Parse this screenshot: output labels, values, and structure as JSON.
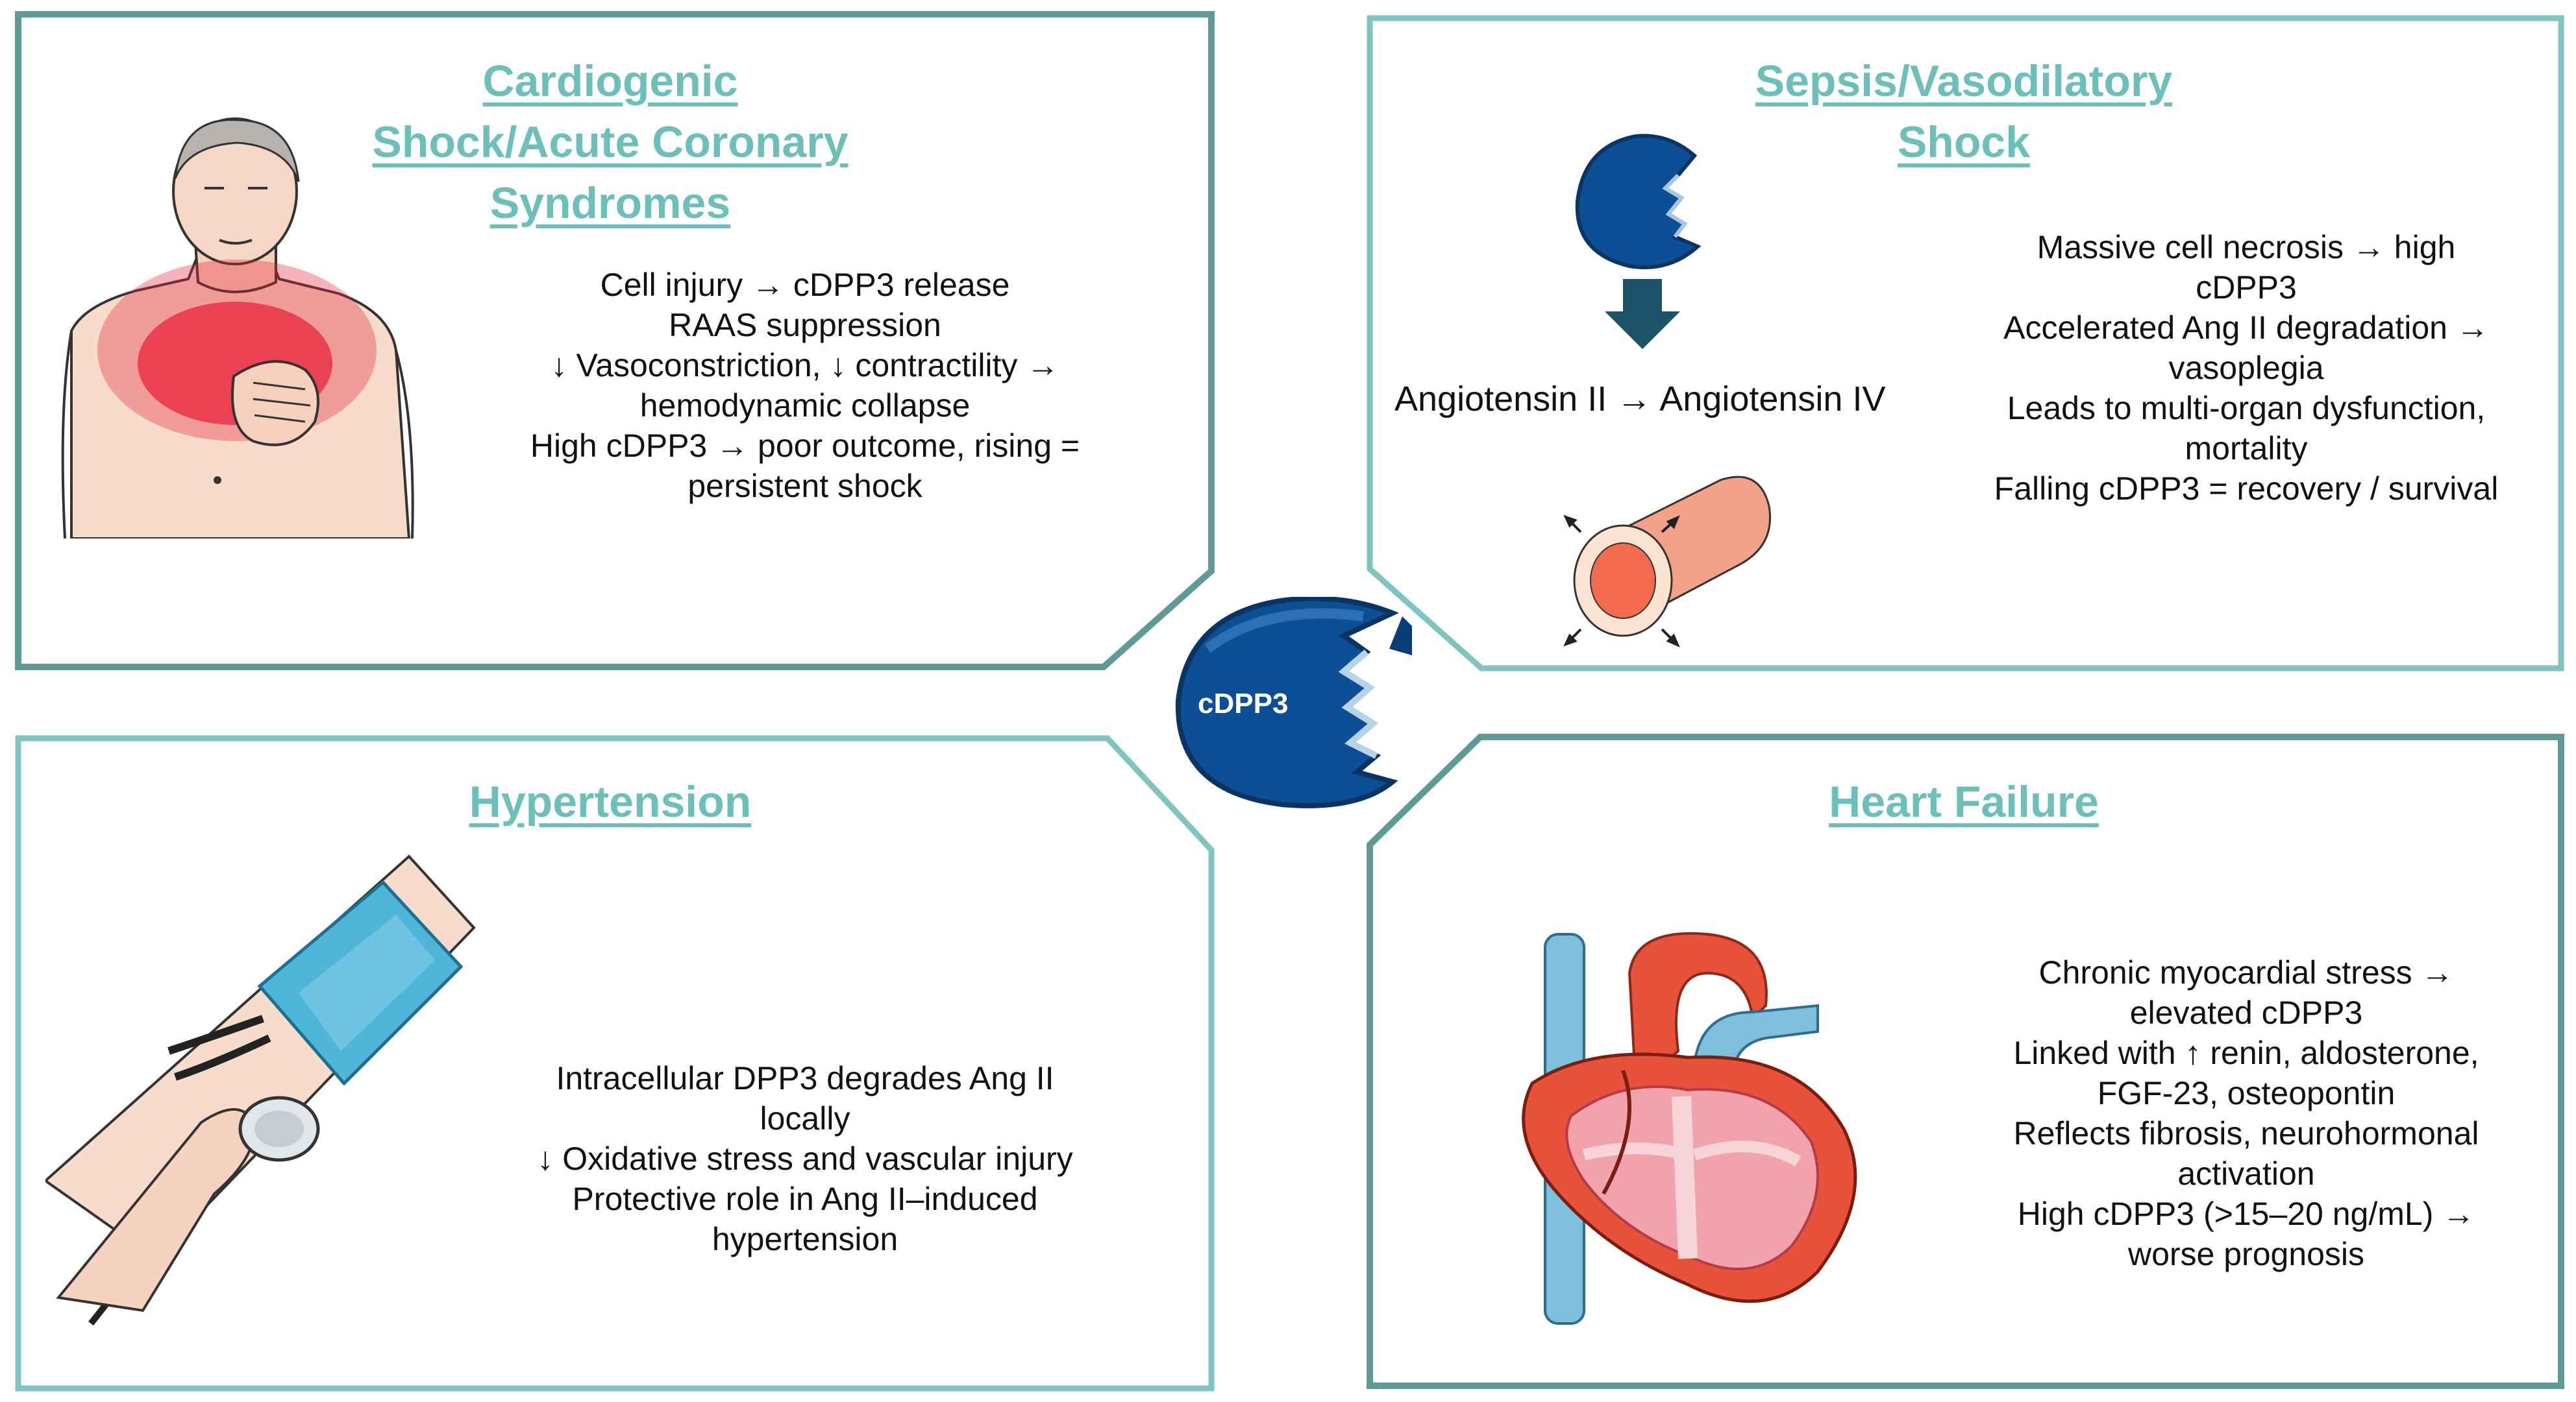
{
  "colors": {
    "panel_border": "#5f9a97",
    "panel_border_light": "#7fc4c0",
    "title": "#6dbfba",
    "enzyme_blue": "#0d4f94",
    "enzyme_dark": "#093463",
    "arrow": "#1b5269",
    "vessel": "#f3a287",
    "vessel_inner": "#f26b4f",
    "skin": "#f8dccb",
    "chest_red": "#e8243b",
    "cuff": "#4fb6da",
    "heart_red": "#e8523b",
    "heart_pink": "#f1a2aa",
    "vein_blue": "#7ebfdc"
  },
  "icons": {
    "center": "cdpp3-enzyme-icon",
    "cardiogenic": "chest-pain-person-icon",
    "sepsis_enzyme": "small-enzyme-icon",
    "sepsis_arrow": "down-arrow-icon",
    "sepsis_vessel": "dilated-vessel-icon",
    "hypertension": "blood-pressure-cuff-icon",
    "heart_failure": "heart-anatomy-icon"
  },
  "center": {
    "label": "cDPP3"
  },
  "panels": {
    "cardiogenic": {
      "title_lines": [
        "Cardiogenic",
        "Shock/Acute Coronary",
        "Syndromes"
      ],
      "body_lines": [
        "Cell injury → cDPP3 release",
        "RAAS suppression",
        "↓ Vasoconstriction, ↓ contractility →",
        "hemodynamic collapse",
        "High cDPP3 → poor outcome, rising =",
        "persistent shock"
      ]
    },
    "sepsis": {
      "title_lines": [
        "Sepsis/Vasodilatory",
        "Shock"
      ],
      "angiotensin_label": "Angiotensin II → Angiotensin IV",
      "body_lines": [
        "Massive cell necrosis → high",
        "cDPP3",
        "Accelerated Ang II degradation →",
        "vasoplegia",
        "Leads to multi-organ dysfunction,",
        "mortality",
        "Falling cDPP3 = recovery / survival"
      ]
    },
    "hypertension": {
      "title_lines": [
        "Hypertension"
      ],
      "body_lines": [
        "Intracellular DPP3 degrades Ang II",
        "locally",
        "↓ Oxidative stress and vascular injury",
        "Protective role in Ang II–induced",
        "hypertension"
      ]
    },
    "heart_failure": {
      "title_lines": [
        "Heart Failure"
      ],
      "body_lines": [
        "Chronic myocardial stress →",
        "elevated cDPP3",
        "Linked with ↑ renin, aldosterone,",
        "FGF-23, osteopontin",
        "Reflects fibrosis, neurohormonal",
        "activation",
        "High cDPP3 (>15–20 ng/mL) →",
        "worse prognosis"
      ]
    }
  }
}
